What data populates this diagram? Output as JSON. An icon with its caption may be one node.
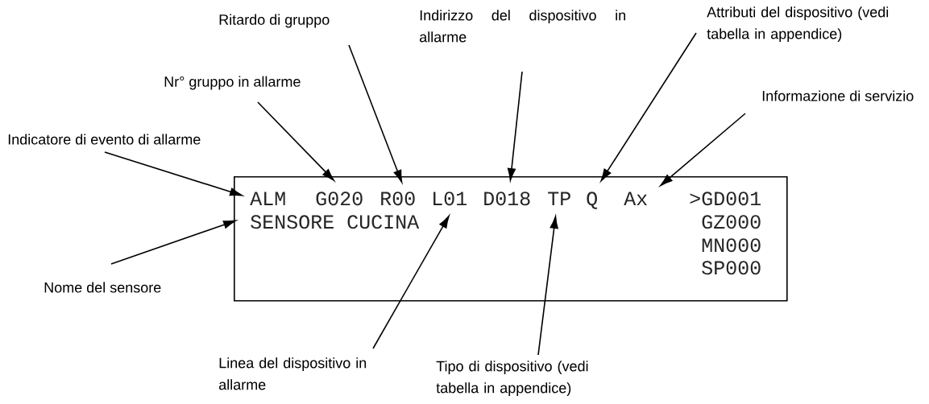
{
  "diagram": {
    "nodes": [
      {
        "text": [],
        "shape": "box"
      },
      {
        "text": [
          "ALM"
        ],
        "in": 0
      },
      {
        "text": [
          "G020"
        ],
        "in": 0
      },
      {
        "text": [
          "R00"
        ],
        "in": 0
      },
      {
        "text": [
          "L01"
        ],
        "in": 0
      },
      {
        "text": [
          "D018"
        ],
        "in": 0
      },
      {
        "text": [
          "TP"
        ],
        "in": 0
      },
      {
        "text": [
          "Q"
        ],
        "in": 0
      },
      {
        "text": [
          "Ax"
        ],
        "in": 0
      },
      {
        "text": [
          ">GD001"
        ],
        "in": 0
      },
      {
        "text": [
          "SENSORE CUCINA"
        ],
        "in": 0
      },
      {
        "text": [
          "GZ000"
        ],
        "in": 0
      },
      {
        "text": [
          "MN000"
        ],
        "in": 0
      },
      {
        "text": [
          "SP000"
        ],
        "in": 0
      },
      {
        "text": [
          "Ritardo di gruppo"
        ]
      },
      {
        "text": [
          "Indirizzo del dispositivo in allarme"
        ]
      },
      {
        "text": [
          "Attributi del dispositivo (vedi tabella in appendice)"
        ]
      },
      {
        "text": [
          "Nr° gruppo in allarme"
        ]
      },
      {
        "text": [
          "Informazione di servizio"
        ]
      },
      {
        "text": [
          "Indicatore di evento di allarme"
        ]
      },
      {
        "text": [
          "Nome del sensore"
        ]
      },
      {
        "text": [
          "Linea del dispositivo in allarme"
        ]
      },
      {
        "text": [
          "Tipo di dispositivo (vedi tabella in appendice)"
        ]
      }
    ],
    "edges": [
      {
        "from": 19,
        "to": 1,
        "arrow": "to"
      },
      {
        "from": 17,
        "to": 2,
        "arrow": "to"
      },
      {
        "from": 14,
        "to": 3,
        "arrow": "to"
      },
      {
        "from": 15,
        "to": 5,
        "arrow": "to"
      },
      {
        "from": 16,
        "to": 7,
        "arrow": "to"
      },
      {
        "from": 18,
        "to": 8,
        "arrow": "to"
      },
      {
        "from": 20,
        "to": 10,
        "arrow": "to"
      },
      {
        "from": 21,
        "to": 4,
        "arrow": "to"
      },
      {
        "from": 22,
        "to": 6,
        "arrow": "to"
      }
    ]
  }
}
